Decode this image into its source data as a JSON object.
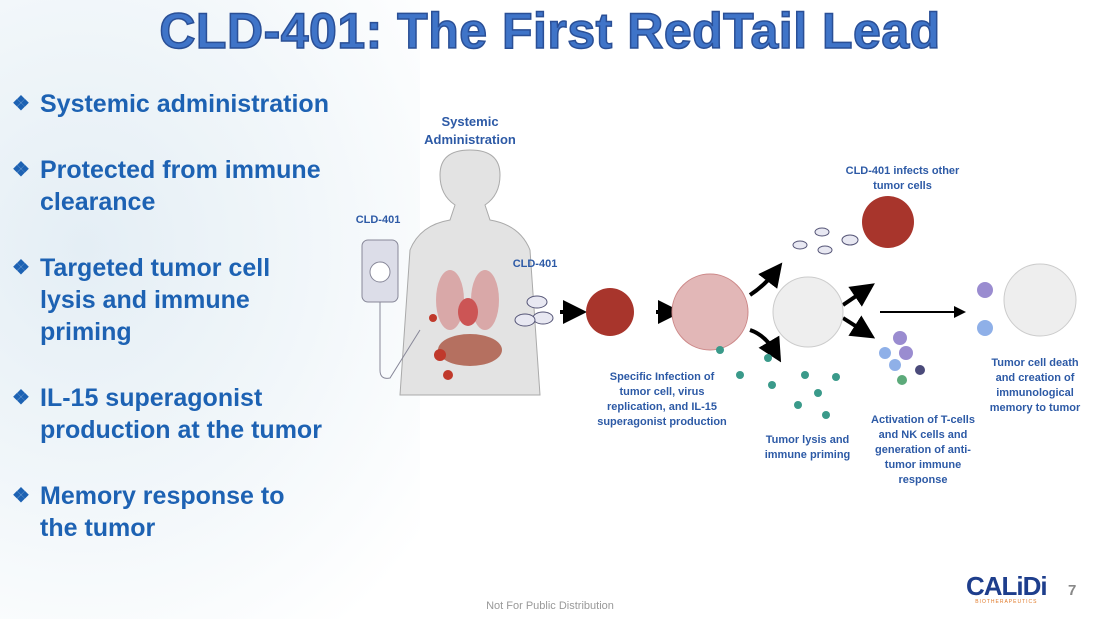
{
  "title": "CLD-401: The First RedTail Lead",
  "bullets": [
    {
      "icon": "diamond-bullet-icon",
      "text": "Systemic administration"
    },
    {
      "icon": "diamond-bullet-icon",
      "text": "Protected from immune clearance"
    },
    {
      "icon": "diamond-bullet-icon",
      "text": "Targeted tumor cell lysis and immune priming"
    },
    {
      "icon": "diamond-bullet-icon",
      "text": "IL-15 superagonist production at the tumor"
    },
    {
      "icon": "diamond-bullet-icon",
      "text": "Memory response to the tumor"
    }
  ],
  "diagram": {
    "systemic": "Systemic Administration",
    "cld_left": "CLD-401",
    "cld_right": "CLD-401",
    "infects": "CLD-401 infects other tumor cells",
    "specific": "Specific Infection of tumor cell, virus replication, and IL-15 superagonist production",
    "lysis": "Tumor lysis and immune priming",
    "activation": "Activation of T-cells and NK cells and generation of anti-tumor immune response",
    "death": "Tumor cell death and creation of immunological memory to tumor"
  },
  "footer": "Not For Public Distribution",
  "logo": {
    "name": "CALiDi",
    "sub": "BIOTHERAPEUTICS"
  },
  "page_number": "7",
  "colors": {
    "title": "#3f74c8",
    "bullet": "#1d62b3",
    "label": "#2d5aa6"
  }
}
